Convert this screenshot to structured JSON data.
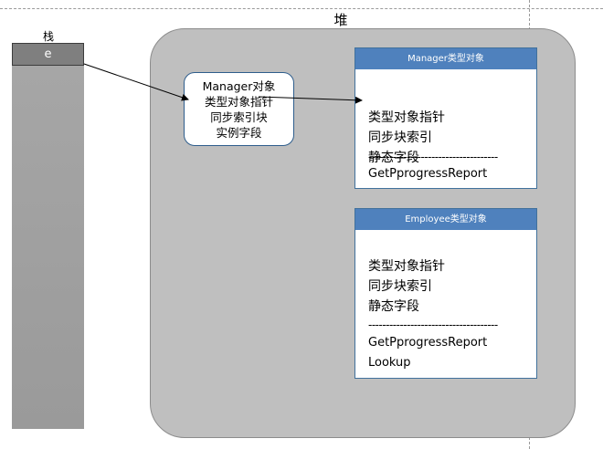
{
  "heap_label": "堆",
  "stack_label": "栈",
  "stack_var": "e",
  "manager_object": {
    "title": "Manager对象",
    "lines": [
      "类型对象指针",
      "同步索引块",
      "实例字段"
    ]
  },
  "type_objects": [
    {
      "header": "Manager类型对象",
      "fields": [
        "类型对象指针",
        "同步块索引",
        "静态字段"
      ],
      "separator": "-------------------------------------",
      "methods": [
        "GetPprogressReport"
      ]
    },
    {
      "header": "Employee类型对象",
      "fields": [
        "类型对象指针",
        "同步块索引",
        "静态字段"
      ],
      "separator": "-------------------------------------",
      "methods": [
        "GetPprogressReport",
        "Lookup"
      ]
    }
  ],
  "colors": {
    "heap_fill": "#bfbfbf",
    "stack_fill": "#a6a6a6",
    "stack_cell": "#7f7f7f",
    "header_blue": "#4f81bd",
    "border_blue": "#41719c"
  }
}
